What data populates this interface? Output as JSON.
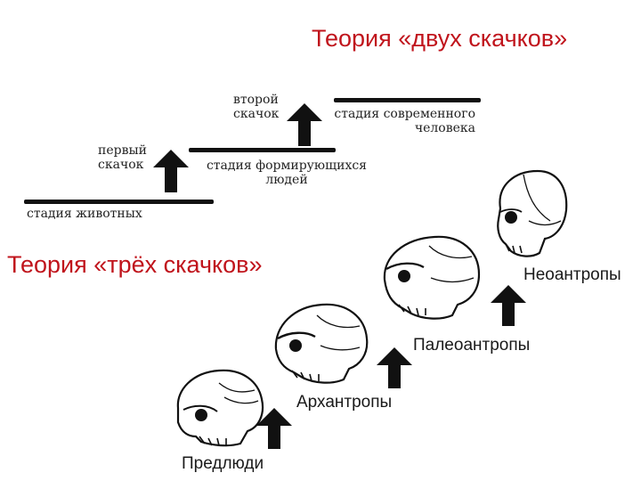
{
  "theory_two": {
    "title": "Теория «двух скачков»",
    "animals_stage": "стадия животных",
    "first_jump_line1": "первый",
    "first_jump_line2": "скачок",
    "forming_stage_line1": "стадия формирующихся",
    "forming_stage_line2": "людей",
    "second_jump_line1": "второй",
    "second_jump_line2": "скачок",
    "modern_stage_line1": "стадия современного",
    "modern_stage_line2": "человека"
  },
  "theory_three": {
    "title": "Теория «трёх скачков»",
    "stages": [
      "Предлюди",
      "Архантропы",
      "Палеоантропы",
      "Неоантропы"
    ]
  },
  "icons": [
    "skull-icon",
    "up-arrow-icon"
  ],
  "colors": {
    "title": "#c0141c",
    "ink": "#111111"
  }
}
